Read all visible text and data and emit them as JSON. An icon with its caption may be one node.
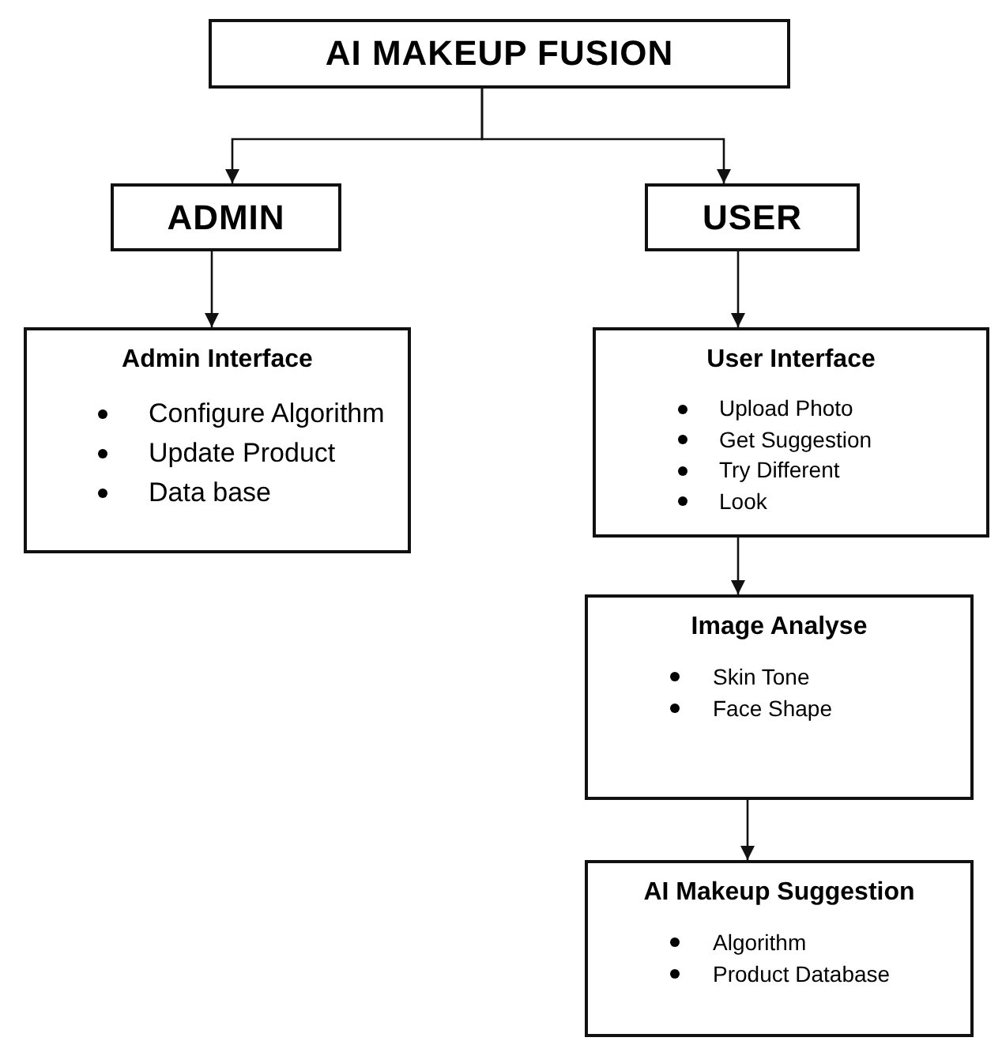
{
  "diagram": {
    "nodes": [
      {
        "text": [
          "AI MAKEUP FUSION"
        ]
      },
      {
        "text": [
          "ADMIN"
        ]
      },
      {
        "text": [
          "USER"
        ]
      },
      {
        "text": [
          "Admin Interface",
          "Configure Algorithm",
          "Update Product",
          "Data base"
        ]
      },
      {
        "text": [
          "User Interface",
          "Upload Photo",
          "Get Suggestion",
          "Try Different",
          "Look"
        ]
      },
      {
        "text": [
          "Image Analyse",
          "Skin Tone",
          "Face Shape"
        ]
      },
      {
        "text": [
          "AI Makeup Suggestion",
          "Algorithm",
          "Product Database"
        ]
      }
    ],
    "edges": [
      {
        "from": 0,
        "to": 1,
        "arrow": "to"
      },
      {
        "from": 0,
        "to": 2,
        "arrow": "to"
      },
      {
        "from": 1,
        "to": 3,
        "arrow": "to"
      },
      {
        "from": 2,
        "to": 4,
        "arrow": "to"
      },
      {
        "from": 4,
        "to": 5,
        "arrow": "to"
      },
      {
        "from": 5,
        "to": 6,
        "arrow": "to"
      }
    ]
  }
}
